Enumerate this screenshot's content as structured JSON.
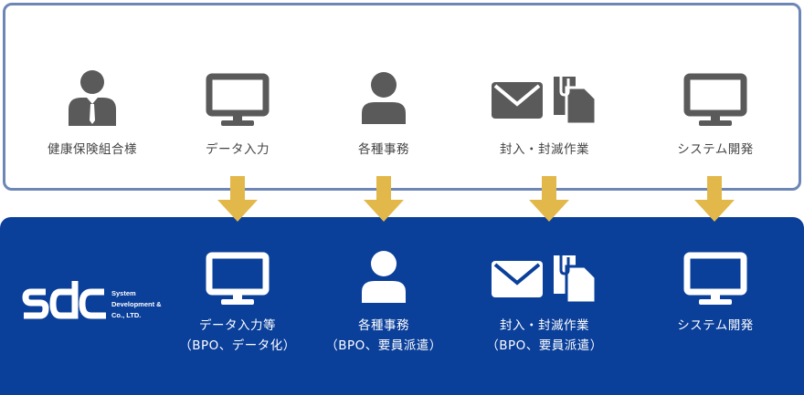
{
  "colors": {
    "icon_gray": "#5a5a5a",
    "panel_border": "#6d86b6",
    "bottom_bg": "#0a3f9a",
    "arrow": "#e3b84a",
    "white": "#ffffff"
  },
  "top_row": [
    {
      "label": "健康保険組合様",
      "icon": "person-with-tie-icon"
    },
    {
      "label": "データ入力",
      "icon": "monitor-icon"
    },
    {
      "label": "各種事務",
      "icon": "person-icon"
    },
    {
      "label": "封入・封滅作業",
      "icon": "envelope-documents-icon"
    },
    {
      "label": "システム開発",
      "icon": "monitor-icon"
    }
  ],
  "bottom_row": [
    {
      "label": "データ入力等",
      "sub": "（BPO、データ化）",
      "icon": "monitor-icon"
    },
    {
      "label": "各種事務",
      "sub": "（BPO、要員派遣）",
      "icon": "person-icon"
    },
    {
      "label": "封入・封滅作業",
      "sub": "（BPO、要員派遣）",
      "icon": "envelope-documents-icon"
    },
    {
      "label": "システム開発",
      "sub": "",
      "icon": "monitor-icon"
    }
  ],
  "logo": {
    "lines": [
      "System",
      "Development &",
      "Co., LTD."
    ]
  }
}
